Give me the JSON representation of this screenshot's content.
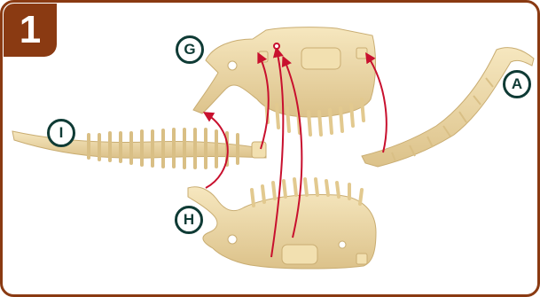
{
  "step": {
    "number": "1"
  },
  "labels": {
    "g": "G",
    "a": "A",
    "i": "I",
    "h": "H"
  },
  "colors": {
    "frame_border": "#8a3a12",
    "badge_bg": "#8a3a12",
    "label_ring": "#0f3b35",
    "bone": "#f0dca8",
    "bone_shade": "#d9bf85",
    "arrow": "#c8102e"
  }
}
